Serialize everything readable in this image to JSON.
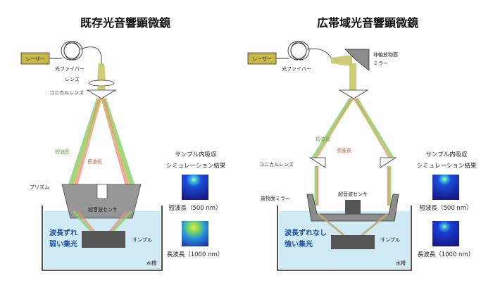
{
  "left": {
    "title": "既存光音響顕微鏡",
    "laser": "レーザー",
    "fiber": "光ファイバー",
    "lens": "レンズ",
    "conical_lens": "コニカルレンズ",
    "short_wl": "短波長",
    "long_wl": "長波長",
    "prism": "プリズム",
    "sensor": "超音波センサ",
    "highlight": [
      "波長ずれ",
      "弱い集光"
    ],
    "sample": "サンプル",
    "tank": "水槽",
    "sim_title": [
      "サンプル内吸収",
      "シミュレーション結果"
    ],
    "sim_short": "短波長（500 nm）",
    "sim_long": "長波長（1000 nm）"
  },
  "right": {
    "title": "広帯域光音響顕微鏡",
    "laser": "レーザー",
    "fiber": "光ファイバー",
    "off_axis": [
      "非軸放物面",
      "ミラー"
    ],
    "short_wl": "短波長",
    "long_wl": "長波長",
    "conical_lens": "コニカルレンズ",
    "parabolic": "放物面ミラー",
    "sensor": "超音波センサ",
    "highlight": [
      "波長ずれなし",
      "強い集光"
    ],
    "sample": "サンプル",
    "tank": "水槽",
    "sim_title": [
      "サンプル内吸収",
      "シミュレーション結果"
    ],
    "sim_short": "短波長（500 nm）",
    "sim_long": "長波長（1000 nm）"
  },
  "colors": {
    "laser_box": "#c8b84a",
    "beam": "#c8c86a",
    "green_ray": "#8fd16a",
    "red_ray": "#f08a7a",
    "water": "#cfeaf5",
    "gray": "#8c8c8c",
    "dark": "#555555",
    "highlight_text": "#1f4fa8",
    "long_label": "#e2532e",
    "short_label": "#5aaa2a"
  }
}
